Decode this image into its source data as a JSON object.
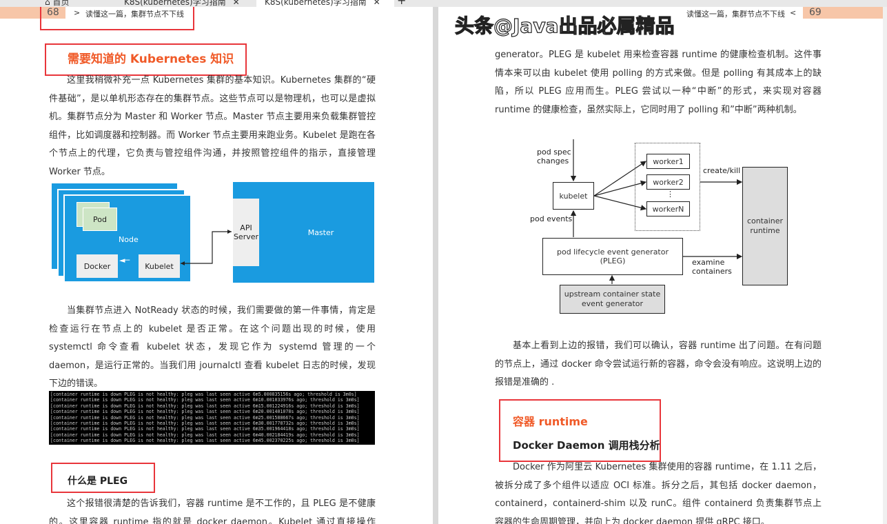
{
  "tabs": [
    {
      "label": "首页"
    },
    {
      "label": "K8S(kubernetes)学习指南"
    },
    {
      "label": "K8S(kubernetes)学习指南"
    }
  ],
  "left": {
    "page_number": "68",
    "header_arrow": ">",
    "header_title": "读懂这一篇，集群节点不下线",
    "heading": "需要知道的 Kubernetes 知识",
    "para1": "这里我稍微补充一点 Kubernetes 集群的基本知识。Kubernetes 集群的“硬件基础”，是以单机形态存在的集群节点。这些节点可以是物理机，也可以是虚拟机。集群节点分为 Master 和 Worker 节点。Master 节点主要用来负载集群管控组件，比如调度器和控制器。而 Worker 节点主要用来跑业务。Kubelet 是跑在各个节点上的代理，它负责与管控组件沟通，并按照管控组件的指示，直接管理 Worker 节点。",
    "diagram": {
      "pod": "Pod",
      "node": "Node",
      "docker": "Docker",
      "kubelet": "Kubelet",
      "api": "API Server",
      "master": "Master"
    },
    "para2": "当集群节点进入 NotReady 状态的时候，我们需要做的第一件事情，肯定是检查运行在节点上的 kubelet 是否正常。在这个问题出现的时候，使用 systemctl 命令查看 kubelet 状态，发现它作为 systemd 管理的一个 daemon，是运行正常的。当我们用 journalctl 查看 kubelet 日志的时候，发现下边的错误。",
    "terminal": "[container runtime is down PLEG is not healthy: pleg was last seen active 6m5.000835156s ago; threshold is 3m0s]\n[container runtime is down PLEG is not healthy: pleg was last seen active 6m10.001033976s ago; threshold is 3m0s]\n[container runtime is down PLEG is not healthy: pleg was last seen active 6m15.001224916s ago; threshold is 3m0s]\n[container runtime is down PLEG is not healthy: pleg was last seen active 6m20.001401078s ago; threshold is 3m0s]\n[container runtime is down PLEG is not healthy: pleg was last seen active 6m25.001588667s ago; threshold is 3m0s]\n[container runtime is down PLEG is not healthy: pleg was last seen active 6m30.001778732s ago; threshold is 3m0s]\n[container runtime is down PLEG is not healthy: pleg was last seen active 6m35.001964418s ago; threshold is 3m0s]\n[container runtime is down PLEG is not healthy: pleg was last seen active 6m40.002184419s ago; threshold is 3m0s]\n[container runtime is down PLEG is not healthy: pleg was last seen active 6m45.002370225s ago; threshold is 3m0s]",
    "heading2": "什么是 PLEG",
    "para3": "这个报错很清楚的告诉我们，容器 runtime 是不工作的，且 PLEG 是不健康的。这里容器 runtime 指的就是 docker daemon。Kubelet 通过直接操作 docker"
  },
  "right": {
    "page_number": "69",
    "header_arrow": "<",
    "header_title": "读懂这一篇，集群节点不下线",
    "para1": "generator。PLEG 是 kubelet 用来检查容器 runtime 的健康检查机制。这件事情本来可以由 kubelet 使用 polling 的方式来做。但是 polling 有其成本上的缺陷，所以 PLEG 应用而生。PLEG 尝试以一种“中断”的形式，来实现对容器 runtime 的健康检查，虽然实际上，它同时用了 polling 和”中断”两种机制。",
    "diagram": {
      "pod_spec": "pod spec\nchanges",
      "kubelet": "kubelet",
      "worker1": "worker1",
      "worker2": "worker2",
      "dots": "⋮",
      "workerN": "workerN",
      "create_kill": "create/kill",
      "container_runtime": "container\nruntime",
      "pod_events": "pod events",
      "pleg": "pod lifecycle event generator (PLEG)",
      "examine": "examine\ncontainers",
      "upstream": "upstream container state\nevent generator"
    },
    "para2": "基本上看到上边的报错，我们可以确认，容器 runtime 出了问题。在有问题的节点上，通过 docker 命令尝试运行新的容器，命令会没有响应。这说明上边的报错是准确的 .",
    "heading": "容器 runtime",
    "subheading": "Docker Daemon 调用栈分析",
    "para3": "Docker 作为阿里云 Kubernetes 集群使用的容器 runtime，在 1.11 之后，被拆分成了多个组件以适应 OCI 标准。拆分之后，其包括 docker daemon，containerd，containerd-shim 以及 runC。组件 containerd 负责集群节点上容器的生命周期管理，并向上为 docker daemon 提供 gRPC 接口。"
  },
  "watermark": "头条@Java出品必属精品"
}
